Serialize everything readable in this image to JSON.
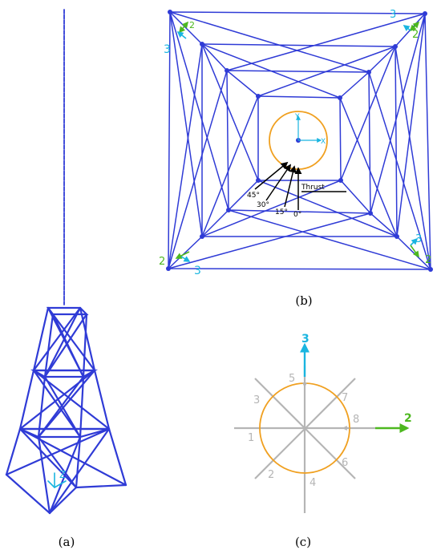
{
  "captions": {
    "a": "(a)",
    "b": "(b)",
    "c": "(c)"
  },
  "panel_b": {
    "axis_y": "Y",
    "axis_x": "X",
    "thrust_label": "Thrust",
    "angles": [
      "45°",
      "30°",
      "15°",
      "0°"
    ],
    "corner_labels": {
      "top_left": {
        "green": "2",
        "cyan": "3"
      },
      "top_right": {
        "green": "2",
        "cyan": "3"
      },
      "bottom_left": {
        "green": "2",
        "cyan": "3"
      },
      "bottom_right": {
        "green": "2",
        "cyan": "3"
      }
    }
  },
  "panel_a": {
    "axis_label": "Z"
  },
  "panel_c": {
    "axis_up": "3",
    "axis_right": "2",
    "points": [
      "1",
      "2",
      "3",
      "4",
      "5",
      "6",
      "7",
      "8"
    ]
  },
  "colors": {
    "structure": "#2f3bd6",
    "circle": "#f0a020",
    "cyan": "#19b5e0",
    "green": "#4db81f",
    "gray": "#b5b5b5"
  }
}
